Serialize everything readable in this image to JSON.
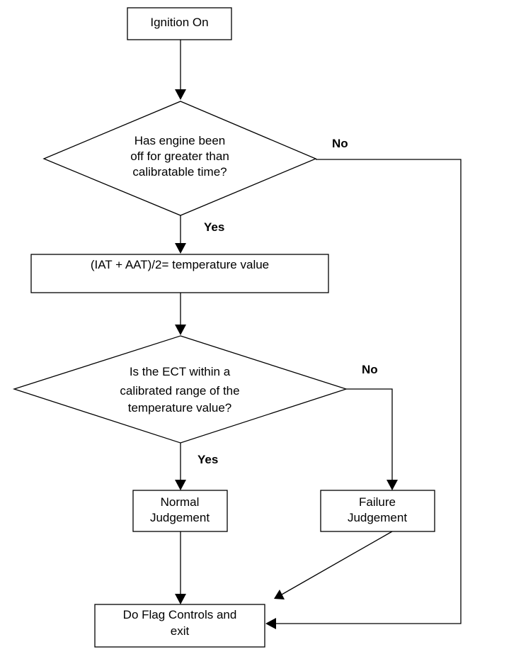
{
  "nodes": {
    "ignition": {
      "text": "Ignition On"
    },
    "decision_off_time": {
      "lines": [
        "Has engine been",
        "off for greater than",
        "calibratable time?"
      ]
    },
    "compute_temp": {
      "text": "(IAT + AAT)/2= temperature value"
    },
    "decision_ect": {
      "lines": [
        "Is the ECT within a",
        "calibrated range of the",
        "temperature value?"
      ]
    },
    "normal": {
      "lines": [
        "Normal",
        "Judgement"
      ]
    },
    "failure": {
      "lines": [
        "Failure",
        "Judgement"
      ]
    },
    "flag_controls": {
      "lines": [
        "Do Flag Controls and",
        "exit"
      ]
    }
  },
  "edge_labels": {
    "off_time_no": "No",
    "off_time_yes": "Yes",
    "ect_no": "No",
    "ect_yes": "Yes"
  },
  "colors": {
    "stroke": "#000000",
    "background": "#ffffff"
  }
}
